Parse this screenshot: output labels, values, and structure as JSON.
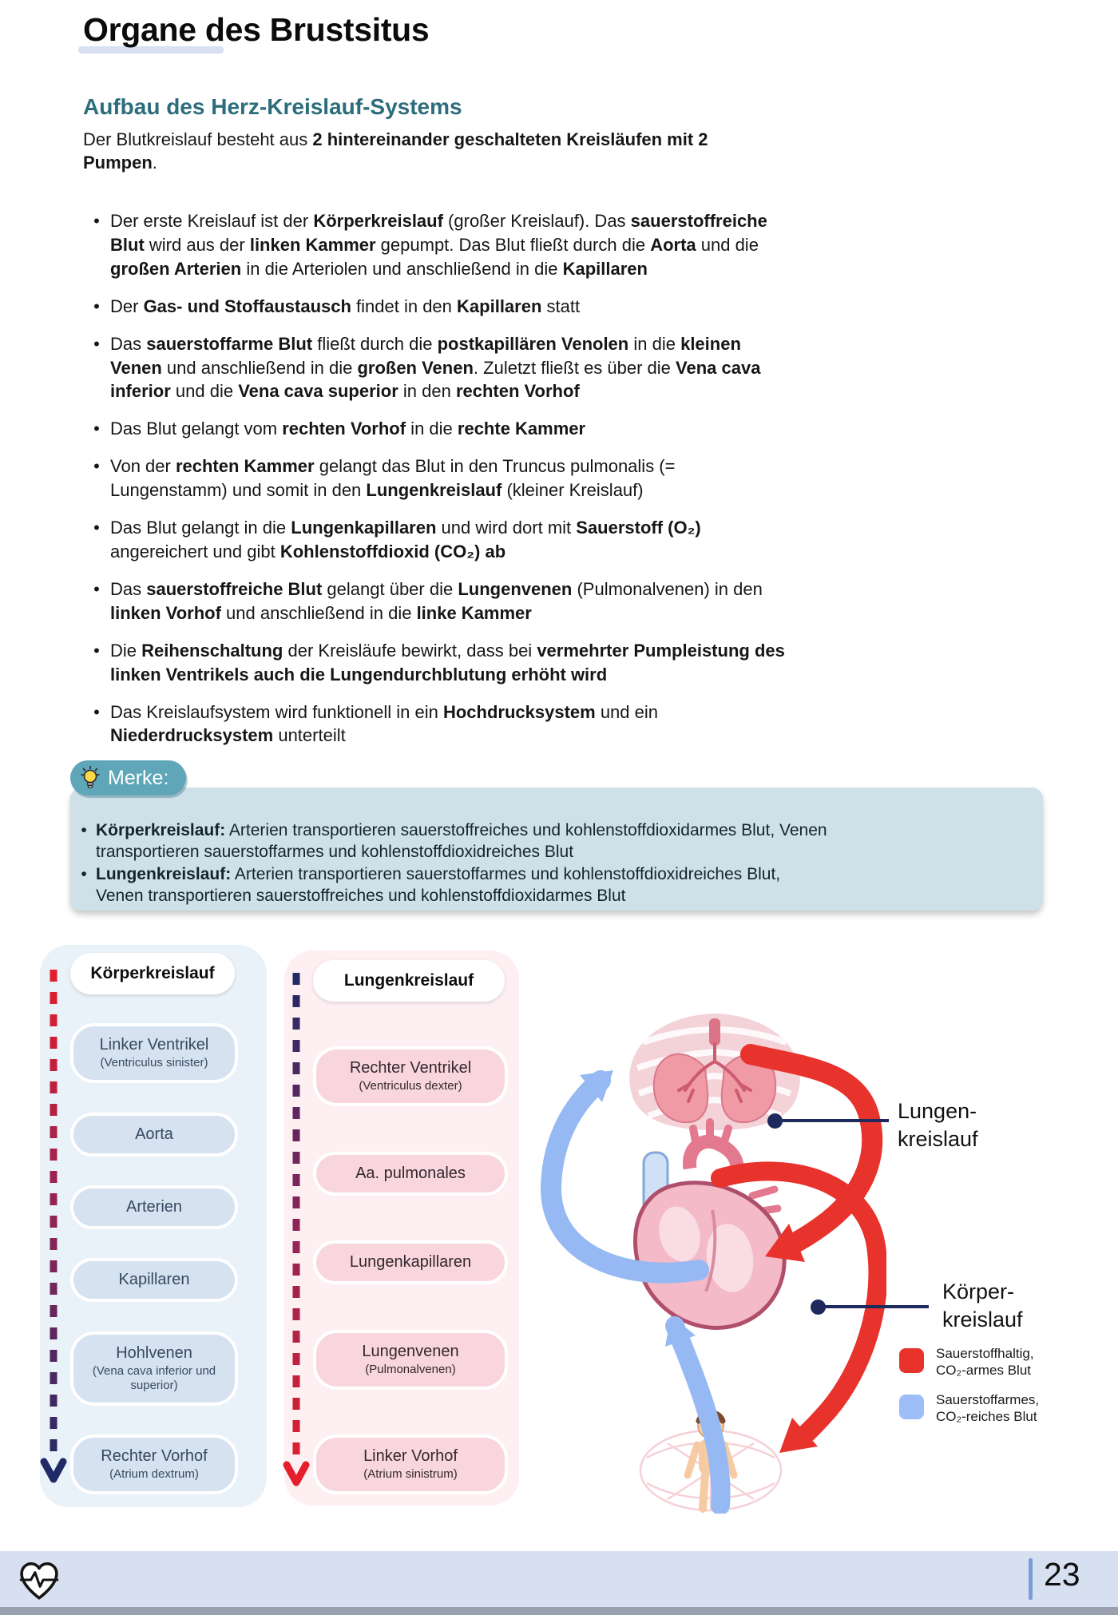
{
  "page_title": "Organe des Brustsitus",
  "section": {
    "title": "Aufbau des Herz-Kreislauf-Systems"
  },
  "intro": [
    {
      "t": "Der Blutkreislauf besteht aus ",
      "b": false
    },
    {
      "t": "2 hintereinander geschalteten Kreisläufen mit 2 Pumpen",
      "b": true
    },
    {
      "t": ".",
      "b": false
    }
  ],
  "bullets": [
    [
      {
        "t": "Der erste Kreislauf ist der ",
        "b": false
      },
      {
        "t": "Körperkreislauf",
        "b": true
      },
      {
        "t": " (großer Kreislauf). Das ",
        "b": false
      },
      {
        "t": "sauerstoffreiche Blut",
        "b": true
      },
      {
        "t": " wird aus der ",
        "b": false
      },
      {
        "t": "linken Kammer",
        "b": true
      },
      {
        "t": " gepumpt. Das Blut fließt durch die ",
        "b": false
      },
      {
        "t": "Aorta",
        "b": true
      },
      {
        "t": " und die ",
        "b": false
      },
      {
        "t": "großen Arterien",
        "b": true
      },
      {
        "t": " in die Arteriolen und anschließend in die ",
        "b": false
      },
      {
        "t": "Kapillaren",
        "b": true
      }
    ],
    [
      {
        "t": "Der ",
        "b": false
      },
      {
        "t": "Gas- und Stoffaustausch",
        "b": true
      },
      {
        "t": " findet in den ",
        "b": false
      },
      {
        "t": "Kapillaren",
        "b": true
      },
      {
        "t": " statt",
        "b": false
      }
    ],
    [
      {
        "t": "Das ",
        "b": false
      },
      {
        "t": "sauerstoffarme Blut",
        "b": true
      },
      {
        "t": " fließt durch die ",
        "b": false
      },
      {
        "t": "postkapillären Venolen",
        "b": true
      },
      {
        "t": " in die ",
        "b": false
      },
      {
        "t": "kleinen Venen",
        "b": true
      },
      {
        "t": " und anschließend in die ",
        "b": false
      },
      {
        "t": "großen Venen",
        "b": true
      },
      {
        "t": ". Zuletzt fließt es über die ",
        "b": false
      },
      {
        "t": "Vena cava inferior",
        "b": true
      },
      {
        "t": " und die ",
        "b": false
      },
      {
        "t": "Vena cava superior",
        "b": true
      },
      {
        "t": " in den ",
        "b": false
      },
      {
        "t": "rechten Vorhof",
        "b": true
      }
    ],
    [
      {
        "t": "Das Blut gelangt vom ",
        "b": false
      },
      {
        "t": "rechten Vorhof",
        "b": true
      },
      {
        "t": " in die ",
        "b": false
      },
      {
        "t": "rechte Kammer",
        "b": true
      }
    ],
    [
      {
        "t": "Von der ",
        "b": false
      },
      {
        "t": "rechten Kammer",
        "b": true
      },
      {
        "t": " gelangt das Blut in den Truncus pulmonalis (= Lungenstamm) und somit in den ",
        "b": false
      },
      {
        "t": "Lungenkreislauf",
        "b": true
      },
      {
        "t": " (kleiner Kreislauf)",
        "b": false
      }
    ],
    [
      {
        "t": "Das Blut gelangt in die ",
        "b": false
      },
      {
        "t": "Lungenkapillaren",
        "b": true
      },
      {
        "t": " und wird dort mit ",
        "b": false
      },
      {
        "t": "Sauerstoff (O₂)",
        "b": true
      },
      {
        "t": " angereichert und gibt ",
        "b": false
      },
      {
        "t": "Kohlenstoffdioxid (CO₂) ab",
        "b": true
      }
    ],
    [
      {
        "t": "Das ",
        "b": false
      },
      {
        "t": "sauerstoffreiche Blut",
        "b": true
      },
      {
        "t": " gelangt über die ",
        "b": false
      },
      {
        "t": "Lungenvenen",
        "b": true
      },
      {
        "t": " (Pulmonalvenen) in den ",
        "b": false
      },
      {
        "t": "linken Vorhof",
        "b": true
      },
      {
        "t": " und anschließend in die ",
        "b": false
      },
      {
        "t": "linke Kammer",
        "b": true
      }
    ],
    [
      {
        "t": "Die ",
        "b": false
      },
      {
        "t": "Reihenschaltung",
        "b": true
      },
      {
        "t": " der Kreisläufe bewirkt, dass bei ",
        "b": false
      },
      {
        "t": "vermehrter Pumpleistung des linken Ventrikels auch die Lungendurchblutung erhöht wird",
        "b": true
      }
    ],
    [
      {
        "t": "Das Kreislaufsystem wird funktionell in ein ",
        "b": false
      },
      {
        "t": "Hochdrucksystem",
        "b": true
      },
      {
        "t": " und ein ",
        "b": false
      },
      {
        "t": "Niederdrucksystem",
        "b": true
      },
      {
        "t": " unterteilt",
        "b": false
      }
    ]
  ],
  "merke": {
    "label": "Merke:",
    "icon": "lightbulb",
    "bullets": [
      [
        {
          "t": "Körperkreislauf:",
          "b": true
        },
        {
          "t": " Arterien transportieren sauerstoffreiches und kohlenstoffdioxidarmes Blut, Venen transportieren sauerstoffarmes und kohlenstoffdioxidreiches Blut",
          "b": false
        }
      ],
      [
        {
          "t": "Lungenkreislauf:",
          "b": true
        },
        {
          "t": " Arterien transportieren sauerstoffarmes und kohlenstoffdioxidreiches Blut, Venen transportieren sauerstoffreiches und kohlenstoffdioxidarmes Blut",
          "b": false
        }
      ]
    ]
  },
  "flowchart": {
    "koerperkreislauf": {
      "title": "Körperkreislauf",
      "items": [
        {
          "main": "Linker Ventrikel",
          "sub": "(Ventriculus sinister)"
        },
        {
          "main": "Aorta",
          "sub": ""
        },
        {
          "main": "Arterien",
          "sub": ""
        },
        {
          "main": "Kapillaren",
          "sub": ""
        },
        {
          "main": "Hohlvenen",
          "sub": "(Vena cava inferior und superior)"
        },
        {
          "main": "Rechter Vorhof",
          "sub": "(Atrium dextrum)"
        }
      ]
    },
    "lungenkreislauf": {
      "title": "Lungenkreislauf",
      "items": [
        {
          "main": "Rechter Ventrikel",
          "sub": "(Ventriculus dexter)"
        },
        {
          "main": "Aa. pulmonales",
          "sub": ""
        },
        {
          "main": "Lungenkapillaren",
          "sub": ""
        },
        {
          "main": "Lungenvenen",
          "sub": "(Pulmonalvenen)"
        },
        {
          "main": "Linker Vorhof",
          "sub": "(Atrium sinistrum)"
        }
      ]
    }
  },
  "illustration": {
    "labels": {
      "lungenkreislauf": "Lungen-\nkreislauf",
      "koerperkreislauf": "Körper-\nkreislauf"
    },
    "legend": [
      {
        "color": "#e8332d",
        "label": "Sauerstoffhaltig,\nCO₂-armes Blut"
      },
      {
        "color": "#9cbdf8",
        "label": "Sauerstoffarmes,\nCO₂-reiches Blut"
      }
    ]
  },
  "footer": {
    "page_number": "23",
    "icon": "heartbeat"
  },
  "colors": {
    "heading_teal": "#2c6d7b",
    "merke_badge_teal": "#5ea6b8",
    "merke_box": "#cfe1e8",
    "title_underline": "#d7dff3",
    "koerper_container": "#e9f1f9",
    "koerper_pill": "#d6e2f0",
    "lungen_container": "#fdeff2",
    "lungen_pill": "#f9d6de",
    "artery_red": "#e8332d",
    "vein_blue": "#9cbdf8",
    "navy": "#1e2a5e",
    "footer_bar": "#d7e0f0"
  }
}
